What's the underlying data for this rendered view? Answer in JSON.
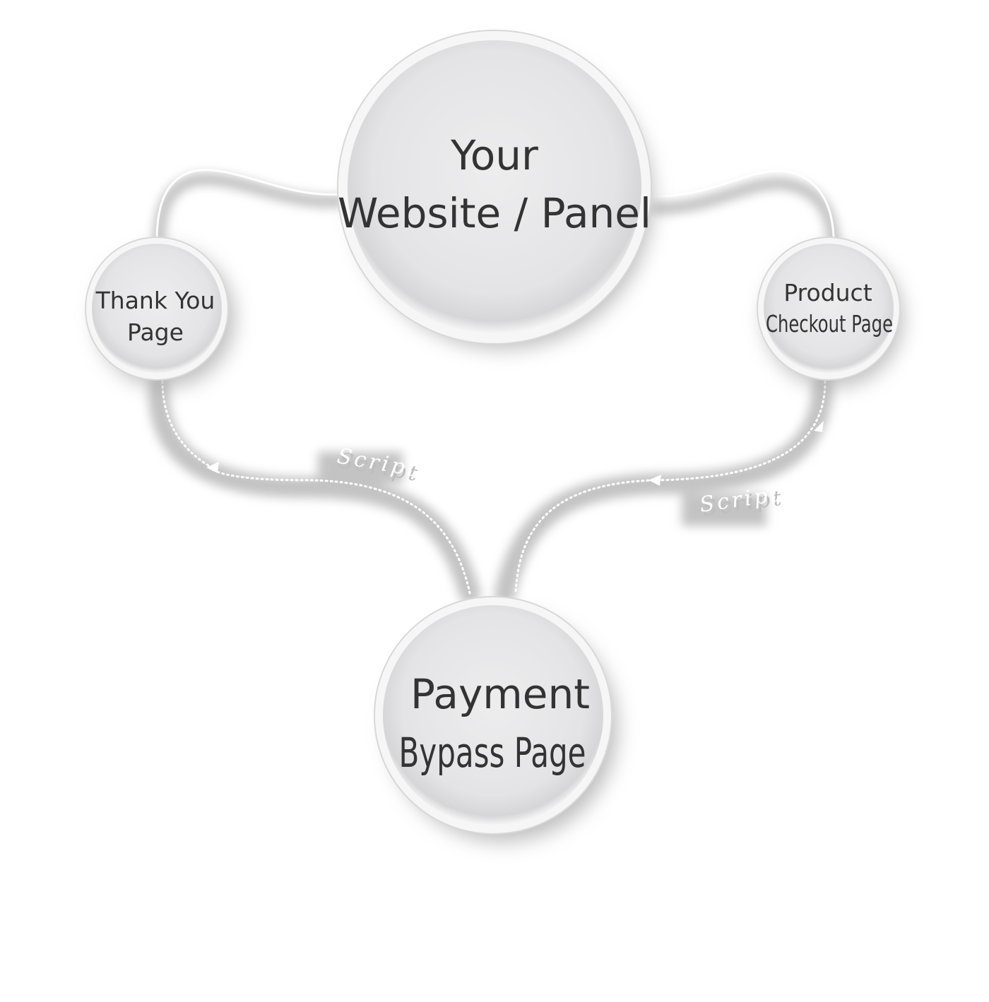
{
  "nodes": {
    "website": {
      "line1": "Your",
      "line2": "Website / Panel"
    },
    "thank_you": {
      "line1": "Thank You",
      "line2": "Page"
    },
    "checkout": {
      "line1": "Product",
      "line2": "Checkout Page"
    },
    "payment": {
      "line1": "Payment",
      "line2": "Bypass Page"
    }
  },
  "edges": {
    "checkout_to_payment_label": "Script",
    "payment_to_thank_you_label": "Script"
  },
  "colors": {
    "background": "#ffffff",
    "node_fill": "#e9e9eb",
    "node_rim": "#f4f4f4",
    "text": "#333333",
    "shadow": "#b8b8b8"
  }
}
